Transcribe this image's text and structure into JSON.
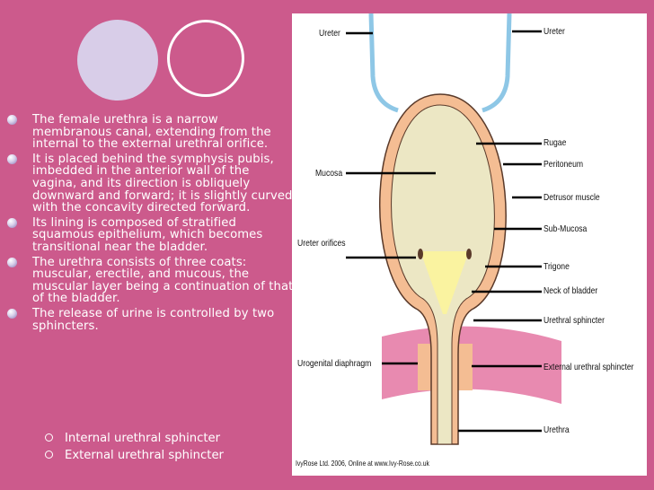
{
  "bullets": [
    "The female urethra is a narrow membranous canal, extending from the internal to the external urethral orifice.",
    "It is placed behind the symphysis pubis, imbedded in the anterior wall of the vagina, and its direction is obliquely downward and forward; it is slightly curved with the concavity directed forward.",
    "Its lining is composed of stratified squamous epithelium, which becomes transitional near the bladder.",
    "The urethra consists of three coats: muscular, erectile, and mucous, the muscular layer being a continuation of that of the bladder.",
    "The release of urine is controlled by two sphincters."
  ],
  "sub_bullets": [
    " Internal urethral sphincter",
    "External urethral sphincter"
  ],
  "diagram": {
    "labels": {
      "ureter_left": "Ureter",
      "ureter_right": "Ureter",
      "rugae": "Rugae",
      "peritoneum": "Peritoneum",
      "mucosa": "Mucosa",
      "detrusor": "Detrusor muscle",
      "sub_mucosa": "Sub-Mucosa",
      "ureter_orifices": "Ureter orifices",
      "trigone": "Trigone",
      "neck": "Neck of bladder",
      "urethral_sphincter": "Urethral sphincter",
      "urogenital": "Urogenital diaphragm",
      "external_sphincter": "External urethral sphincter",
      "urethra": "Urethra"
    },
    "credit": "IvyRose Ltd. 2006, Online at www.Ivy-Rose.co.uk",
    "colors": {
      "muscle": "#f4bd93",
      "lining": "#ece7c4",
      "trigone": "#faf3a0",
      "ureter": "#8ec7e6",
      "diaphragm": "#e88ab0"
    }
  }
}
